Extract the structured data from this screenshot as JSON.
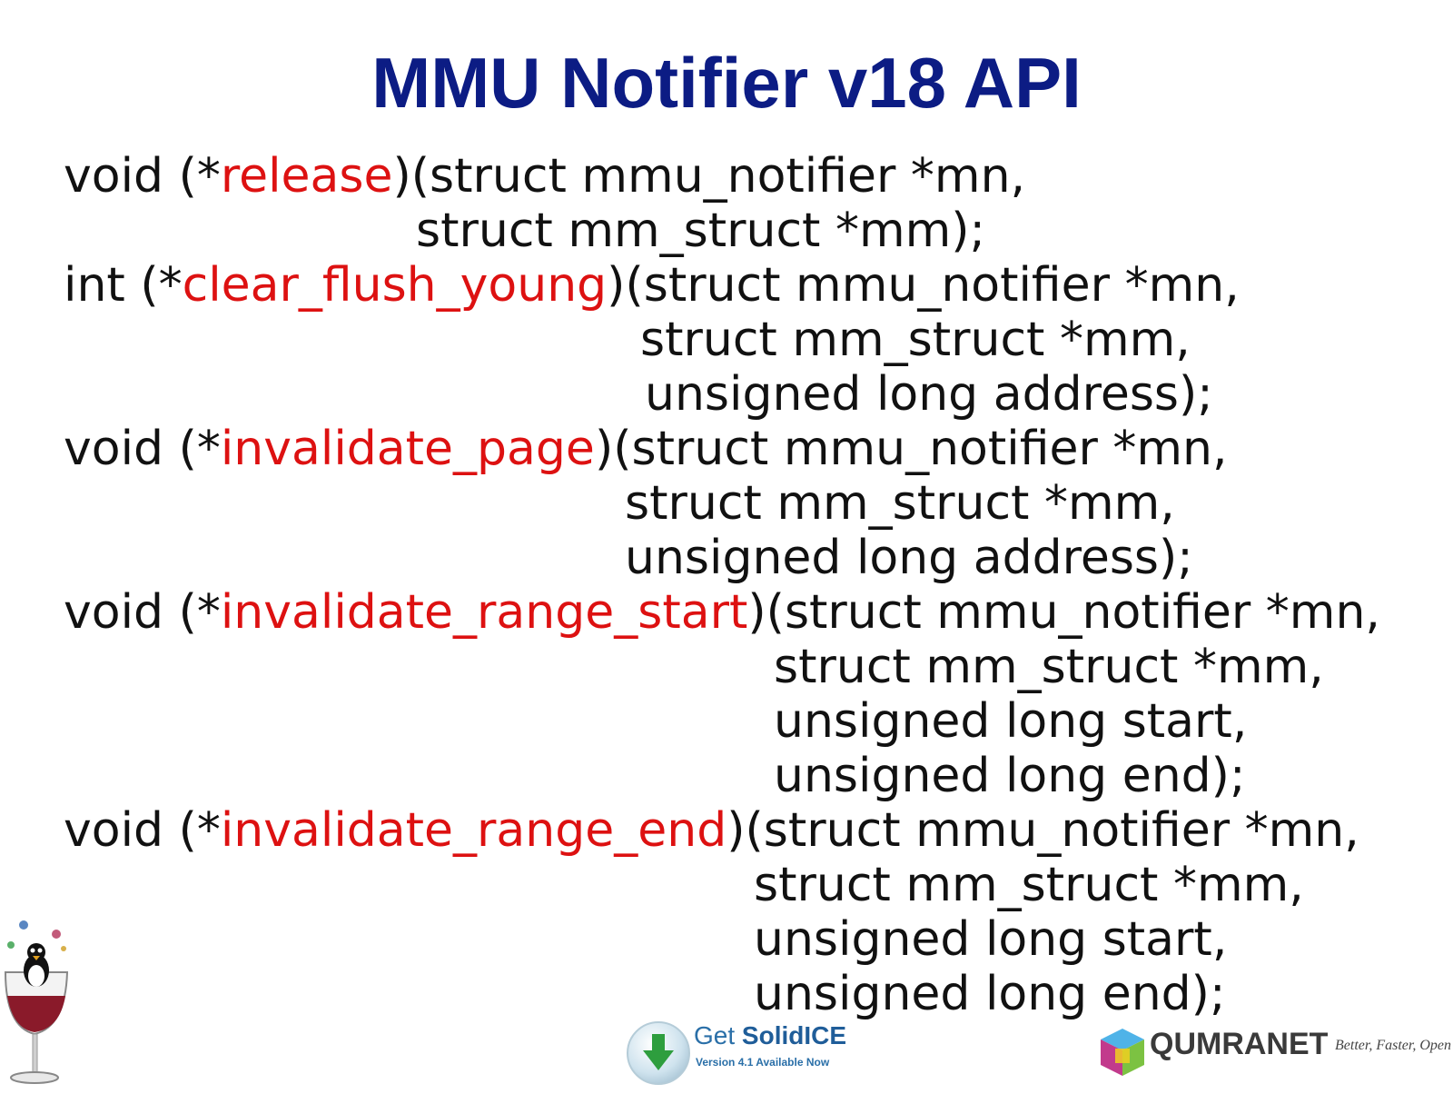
{
  "title": "MMU Notifier v18 API",
  "code_lines": [
    {
      "pre": "void (*",
      "fn": "release",
      "post": ")(struct mmu_notifier *mn,"
    },
    {
      "pre": "struct mm_struct *mm);",
      "fn": "",
      "post": ""
    },
    {
      "pre": "int (*",
      "fn": "clear_flush_young",
      "post": ")(struct mmu_notifier *mn,"
    },
    {
      "pre": "struct mm_struct *mm,",
      "fn": "",
      "post": ""
    },
    {
      "pre": "unsigned long address);",
      "fn": "",
      "post": ""
    },
    {
      "pre": "void (*",
      "fn": "invalidate_page",
      "post": ")(struct mmu_notifier *mn,"
    },
    {
      "pre": "struct mm_struct *mm,",
      "fn": "",
      "post": ""
    },
    {
      "pre": "unsigned long address);",
      "fn": "",
      "post": ""
    },
    {
      "pre": "void (*",
      "fn": "invalidate_range_start",
      "post": ")(struct mmu_notifier *mn,"
    },
    {
      "pre": "struct mm_struct *mm,",
      "fn": "",
      "post": ""
    },
    {
      "pre": "unsigned long start,",
      "fn": "",
      "post": ""
    },
    {
      "pre": "unsigned long end);",
      "fn": "",
      "post": ""
    },
    {
      "pre": "void (*",
      "fn": "invalidate_range_end",
      "post": ")(struct mmu_notifier *mn,"
    },
    {
      "pre": "struct mm_struct *mm,",
      "fn": "",
      "post": ""
    },
    {
      "pre": "unsigned long start,",
      "fn": "",
      "post": ""
    },
    {
      "pre": "unsigned long end);",
      "fn": "",
      "post": ""
    }
  ],
  "logos": {
    "solidice_line1_a": "Get ",
    "solidice_line1_b": "SolidICE",
    "solidice_line2": "Version 4.1 Available Now",
    "qumranet_name": "QUMRANET",
    "qumranet_tagline": "Better, Faster, Open"
  },
  "colors": {
    "title": "#0c1c84",
    "function_name": "#dd1111",
    "code_text": "#111111"
  }
}
